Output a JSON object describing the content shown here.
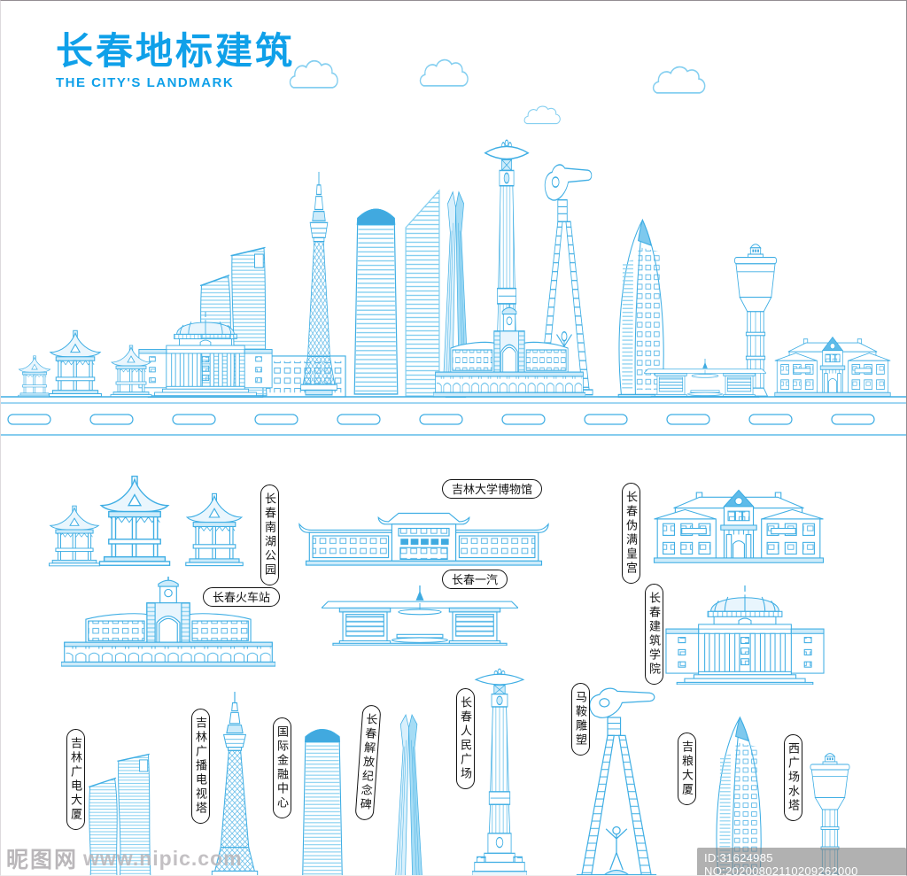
{
  "header": {
    "title": "长春地标建筑",
    "subtitle": "THE CITY'S LANDMARK"
  },
  "colors": {
    "accent": "#0FA0E9",
    "line_main": "#3FAEE4",
    "line_light": "#85CFF0",
    "fill_dark": "#41A9DF",
    "label_ink": "#141414"
  },
  "labels": {
    "south_lake": "长春南湖公园",
    "museum": "吉林大学博物馆",
    "palace": "长春伪满皇宫",
    "station": "长春火车站",
    "faw": "长春一汽",
    "institute": "长春建筑学院",
    "radio_tv_building": "吉林广电大厦",
    "tv_tower": "吉林广播电视塔",
    "ifc": "国际金融中心",
    "liberation": "长春解放纪念碑",
    "peoples_square": "长春人民广场",
    "saddle": "马鞍雕塑",
    "jiliang": "吉粮大厦",
    "water_tower": "西广场水塔"
  },
  "watermark": {
    "site_name": "昵图网",
    "site_url": "www.nipic.com",
    "id_text": "ID:31624985 NO:20200802110209262000"
  }
}
